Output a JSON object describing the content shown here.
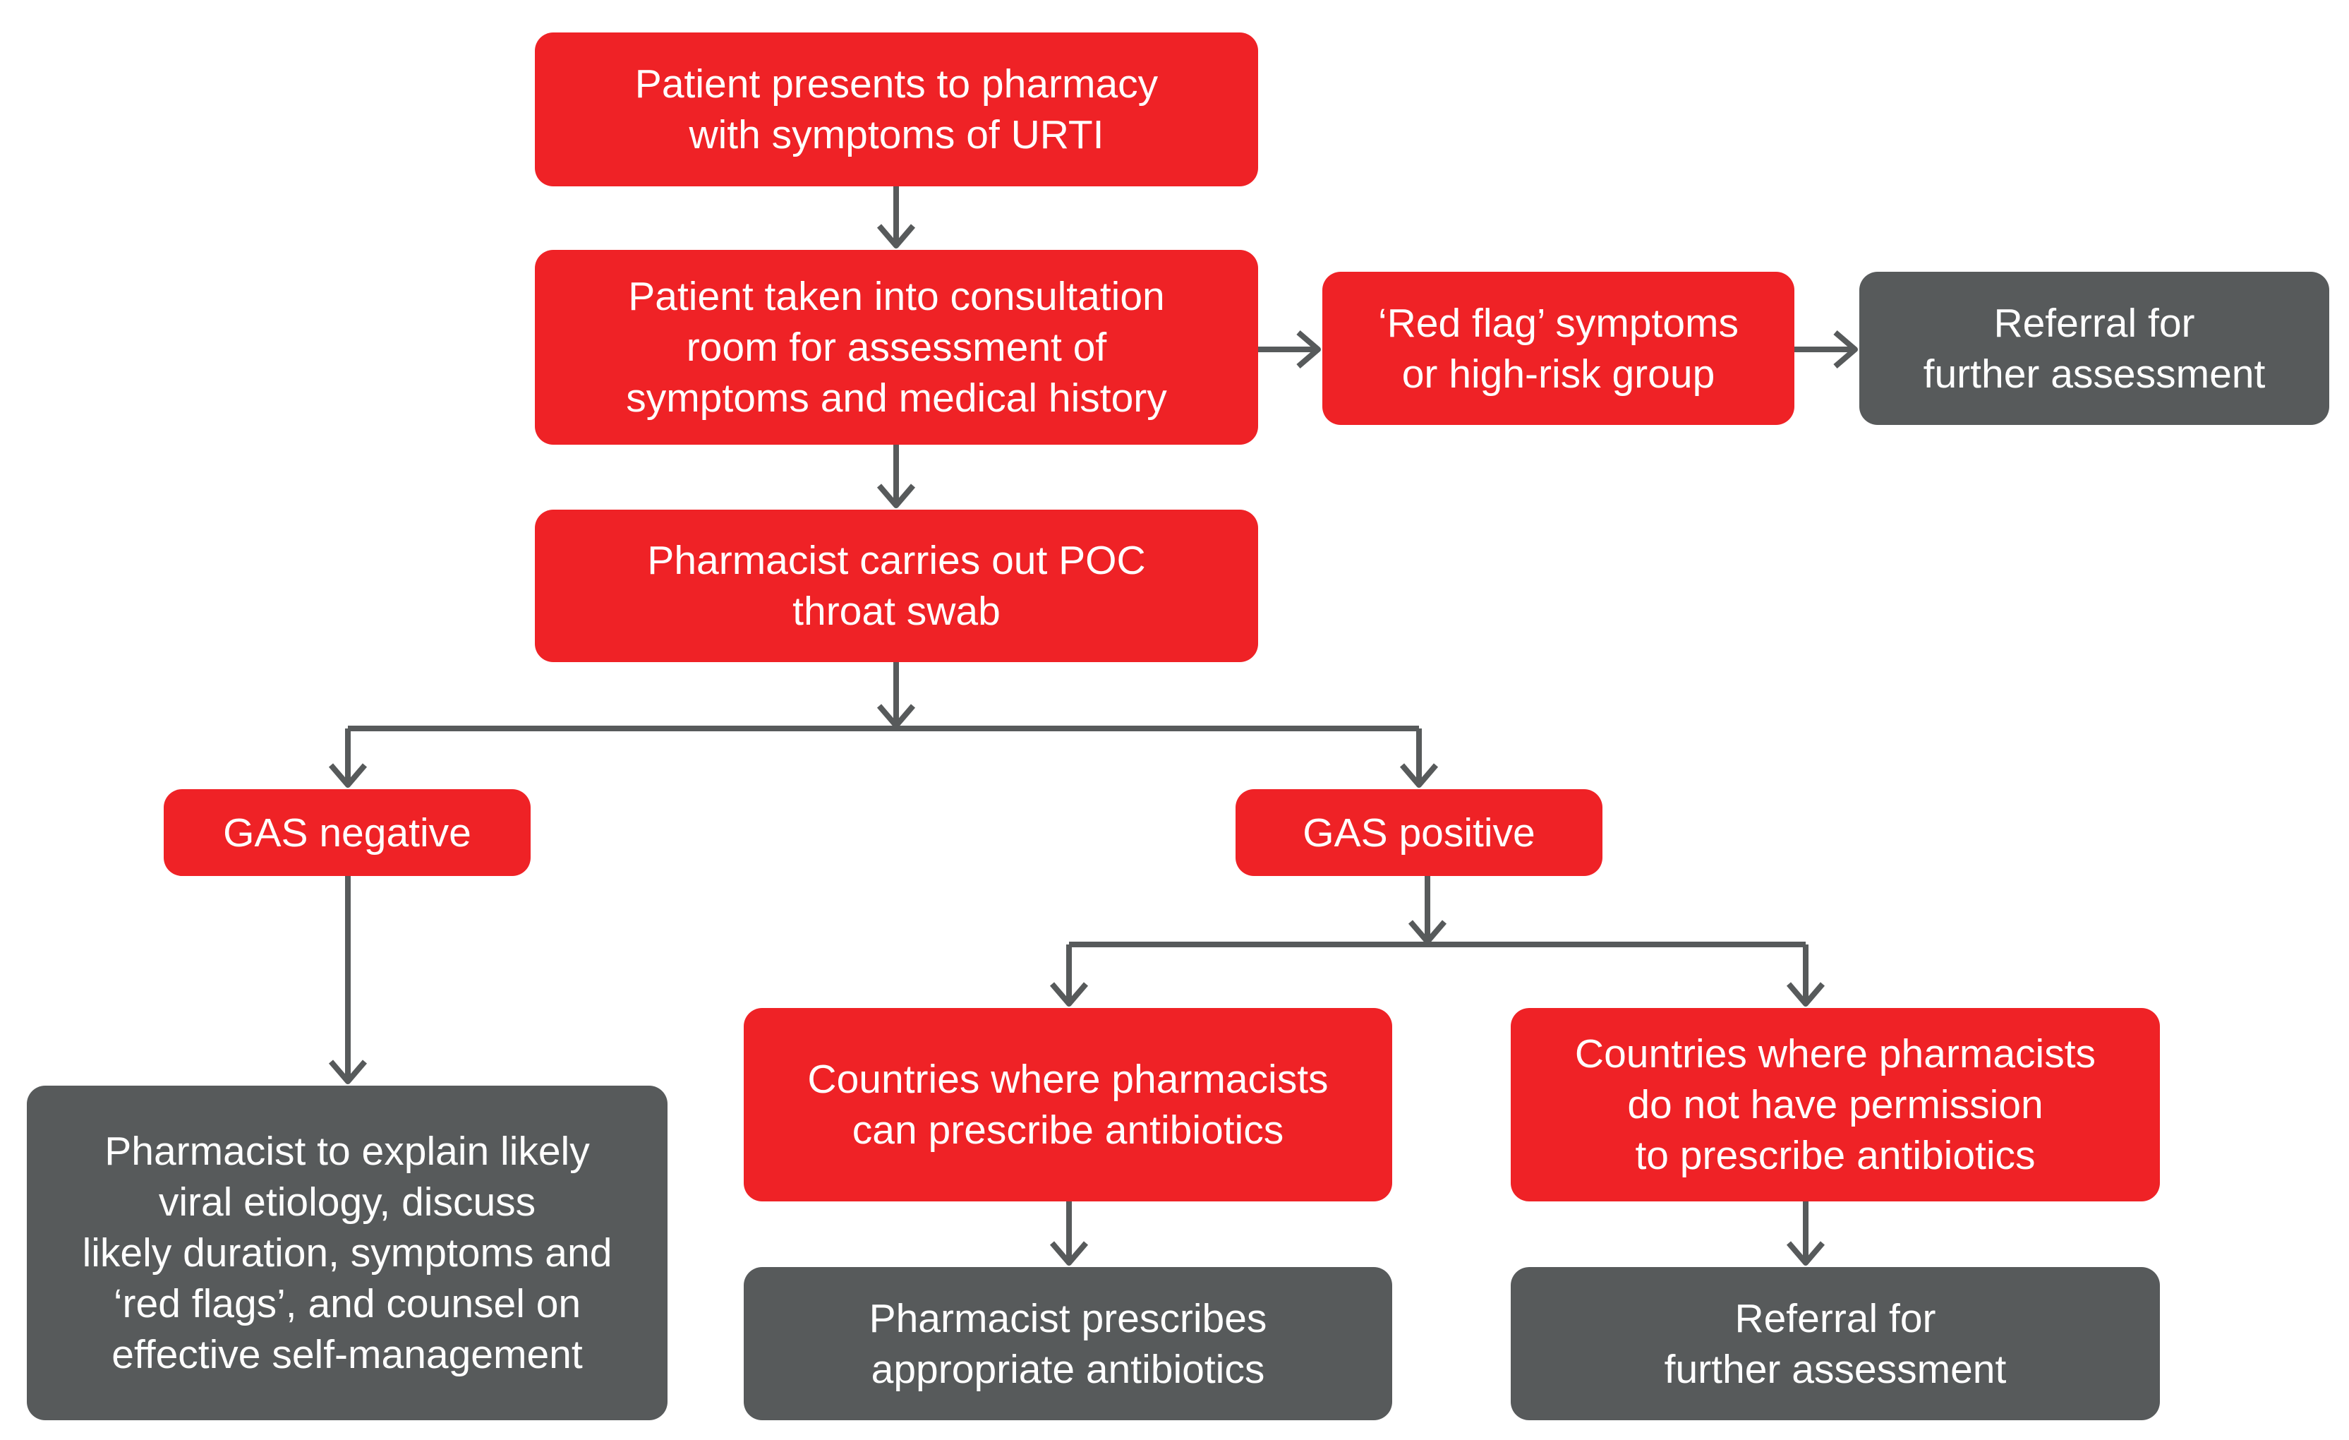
{
  "colors": {
    "accent_red": "#ef2226",
    "neutral_grey": "#575a5b",
    "connector": "#575a5b",
    "text": "#ffffff"
  },
  "nodes": {
    "presents": "Patient presents to pharmacy\nwith symptoms of URTI",
    "consultation": "Patient taken into consultation\nroom for assessment of\nsymptoms and medical history",
    "red_flag": "‘Red flag’ symptoms\nor high-risk group",
    "referral_top": "Referral for\nfurther assessment",
    "poc_swab": "Pharmacist carries out POC\nthroat swab",
    "gas_negative": "GAS negative",
    "gas_positive": "GAS positive",
    "self_management": "Pharmacist to explain likely\nviral etiology, discuss\nlikely duration, symptoms and\n‘red flags’, and counsel on\neffective self-management",
    "can_prescribe": "Countries where pharmacists\ncan prescribe antibiotics",
    "cannot_prescribe": "Countries where pharmacists\ndo not have permission\nto prescribe antibiotics",
    "prescribes": "Pharmacist prescribes\nappropriate antibiotics",
    "referral_bottom": "Referral for\nfurther assessment"
  }
}
